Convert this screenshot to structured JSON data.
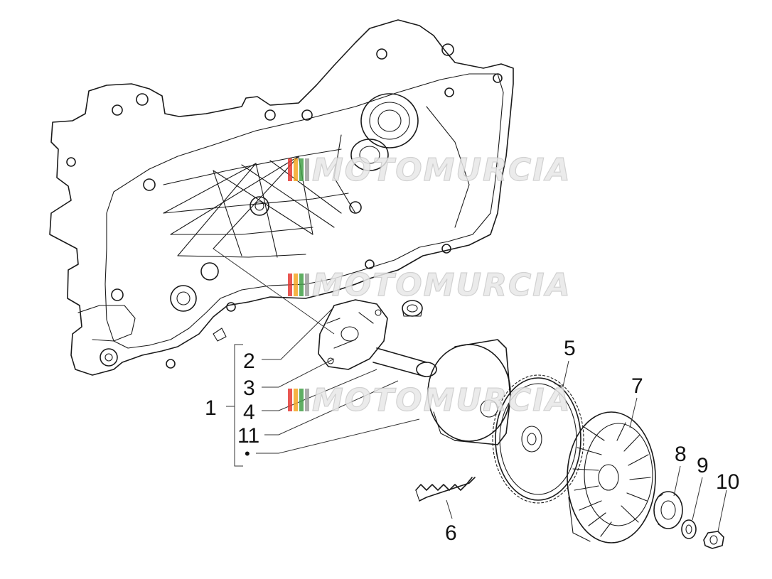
{
  "diagram": {
    "part_numbers": [
      "1",
      "2",
      "3",
      "4",
      "11",
      "5",
      "6",
      "7",
      "8",
      "9",
      "10"
    ],
    "group_marker": "•"
  },
  "watermark": {
    "text": "MOTOMURCIA",
    "colors": [
      "#e53935",
      "#f5a623",
      "#43a047",
      "#9e9e9e"
    ]
  }
}
